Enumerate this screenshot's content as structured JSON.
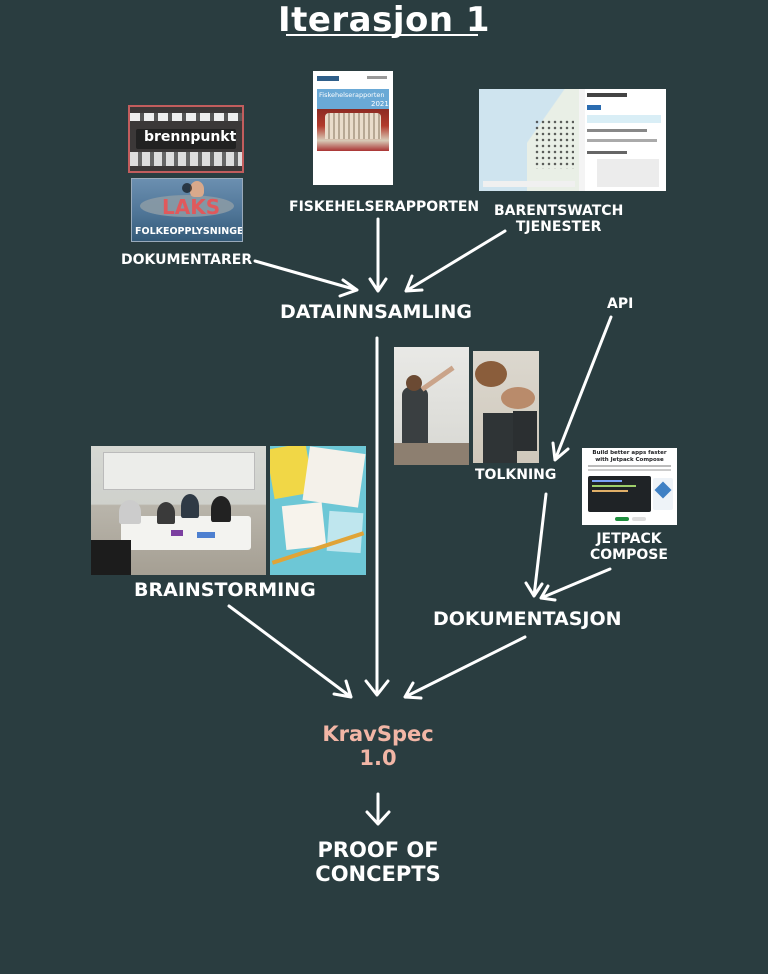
{
  "title": "Iterasjon 1",
  "nodes": {
    "dokumentarer": "DOKUMENTARER",
    "fiskehelserapporten": "FISKEHELSERAPPORTEN",
    "barentswatch_line1": "BARENTSWATCH",
    "barentswatch_line2": "TJENESTER",
    "datainnsamling": "DATAINNSAMLING",
    "api": "API",
    "tolkning": "TOLKNING",
    "jetpack_line1": "JETPACK",
    "jetpack_line2": "COMPOSE",
    "brainstorming": "BRAINSTORMING",
    "dokumentasjon": "DOKUMENTASJON",
    "kravspec_line1": "KravSpec",
    "kravspec_line2": "1.0",
    "poc_line1": "PROOF OF",
    "poc_line2": "CONCEPTS"
  },
  "thumbnails": {
    "brennpunkt": "brennpunkt",
    "laks_title": "LAKS",
    "laks_caption": "FOLKEOPPLYSNINGEN",
    "report_title": "Fiskehelserapporten",
    "report_year": "2021",
    "jetpack_heading": "Build better apps faster with Jetpack Compose"
  },
  "colors": {
    "background": "#2a3d40",
    "text": "#ffffff",
    "accent": "#f2b6a6"
  }
}
